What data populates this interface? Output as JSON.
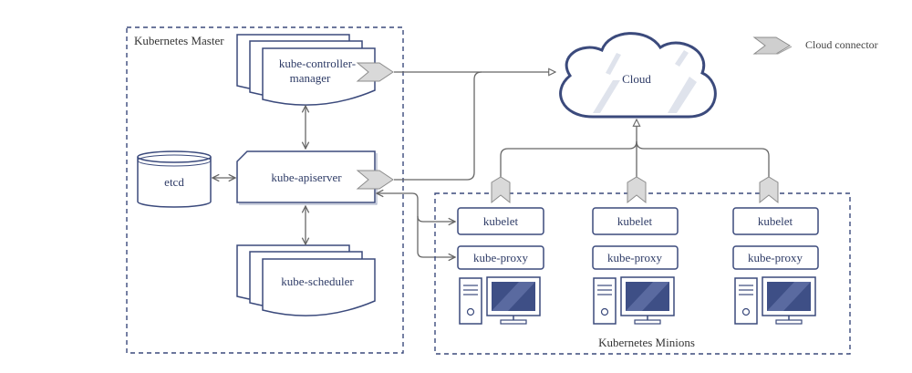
{
  "colors": {
    "navy": "#3b4a7c",
    "connector": "#d9d9d9",
    "arrow": "#666666",
    "dash": "#3b4a7c",
    "cloud_stripe": "#dfe3ec",
    "screen": "#3e4f86"
  },
  "master": {
    "title": "Kubernetes Master",
    "controller_manager_line1": "kube-controller-",
    "controller_manager_line2": "manager",
    "apiserver": "kube-apiserver",
    "scheduler": "kube-scheduler",
    "etcd": "etcd"
  },
  "cloud": {
    "label": "Cloud"
  },
  "legend": {
    "connector_label": "Cloud connector",
    "connector_icon": "cloud-connector-icon"
  },
  "minions": {
    "title": "Kubernetes Minions",
    "nodes": [
      {
        "kubelet": "kubelet",
        "proxy": "kube-proxy",
        "icon": "computer-icon"
      },
      {
        "kubelet": "kubelet",
        "proxy": "kube-proxy",
        "icon": "computer-icon"
      },
      {
        "kubelet": "kubelet",
        "proxy": "kube-proxy",
        "icon": "computer-icon"
      }
    ]
  }
}
